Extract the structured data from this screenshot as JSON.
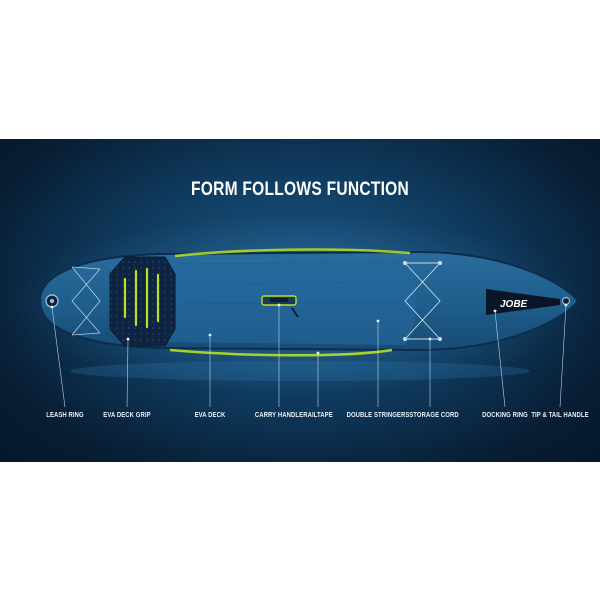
{
  "headline": "FORM FOLLOWS FUNCTION",
  "brand": {
    "logo_text": "JOBE"
  },
  "labels": {
    "leash_ring": "LEASH RING",
    "eva_deck_grip": "EVA DECK GRIP",
    "eva_deck": "EVA DECK",
    "carry_handle": "CARRY HANDLE",
    "railtape": "RAILTAPE",
    "double_stringers": "DOUBLE STRINGERS",
    "storage_cord": "STORAGE CORD",
    "docking_ring": "DOCKING RING",
    "tip_tail_handle": "TIP & TAIL HANDLE"
  },
  "colors": {
    "board": "#1f5f8e",
    "board_dark": "#143f63",
    "accent_lime": "#b9e021",
    "grip": "#0d1f36",
    "background": "#0b2a48"
  }
}
